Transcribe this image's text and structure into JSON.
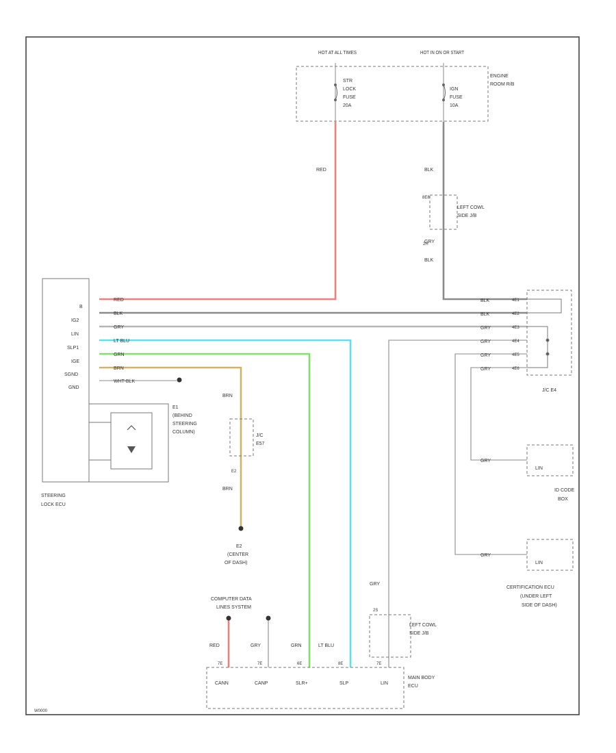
{
  "colors": {
    "red": "#f47c7c",
    "blk": "#8a8a8a",
    "gry": "#b5b5b5",
    "ltblu": "#5fe0f0",
    "grn": "#7fe06a",
    "brn": "#d2b16a"
  },
  "fuse_box": {
    "hot_at_all_times": "HOT AT ALL TIMES",
    "hot_in_on": "HOT IN ON OR START",
    "str_lock_fuse": [
      "STR",
      "LOCK",
      "FUSE",
      "20A"
    ],
    "ign_fuse": [
      "IGN",
      "FUSE",
      "10A"
    ],
    "location": [
      "ENGINE",
      "ROOM R/B"
    ]
  },
  "left_cowl_jb_top": {
    "pins": "8E8",
    "label": [
      "LEFT COWL",
      "SIDE J/B"
    ],
    "pin_bottom": "2H"
  },
  "wire_labels": {
    "red_vertical": "RED",
    "blk_upper": "BLK",
    "gry_junction": "GRY",
    "blk_lower": "BLK",
    "brn_1": "BRN",
    "brn_2": "BRN",
    "gry_body": "GRY",
    "bottom_red": "RED",
    "bottom_gry": "GRY",
    "bottom_grn": "GRN",
    "bottom_ltblu": "LT BLU"
  },
  "steering_lock_ecu": {
    "pins": [
      "B",
      "IG2",
      "LIN",
      "SLP1",
      "IGE",
      "SGND",
      "GND"
    ],
    "wire_colors": [
      "RED",
      "BLK",
      "GRY",
      "LT BLU",
      "GRN",
      "BRN",
      "WHT-BLK"
    ],
    "label": [
      "STEERING",
      "LOCK ECU"
    ]
  },
  "e1": {
    "label": [
      "E1",
      "(BEHIND",
      "STEERING",
      "COLUMN)"
    ]
  },
  "jc_connector": {
    "label": [
      "J/C",
      "E57"
    ],
    "pin": "E2"
  },
  "e2_ground": {
    "label": [
      "E2",
      "(CENTER",
      "OF DASH)"
    ]
  },
  "jc_e4": {
    "label": "J/C E4",
    "wire_colors": [
      "BLK",
      "BLK",
      "GRY",
      "GRY",
      "GRY",
      "GRY"
    ],
    "pins": [
      "4E1",
      "4E2",
      "4E3",
      "4E4",
      "4E5",
      "4E6"
    ]
  },
  "id_code_box": {
    "pin": "LIN",
    "wire": "GRY",
    "label": [
      "ID CODE",
      "BOX"
    ]
  },
  "cert_ecu": {
    "pin": "LIN",
    "wire": "GRY",
    "label": [
      "CERTIFICATION ECU",
      "(UNDER LEFT",
      "SIDE OF DASH)"
    ]
  },
  "dlc": {
    "label": [
      "COMPUTER DATA",
      "LINES SYSTEM"
    ]
  },
  "left_cowl_jb_bottom": {
    "pin": "2S",
    "label": [
      "LEFT COWL",
      "SIDE J/B"
    ]
  },
  "main_body_ecu": {
    "pins": [
      "CANN",
      "CANP",
      "SLR+",
      "SLP",
      "LIN"
    ],
    "pin_numbers": [
      "7E",
      "7E",
      "6E",
      "8E",
      "7E"
    ],
    "label": [
      "MAIN BODY",
      "ECU"
    ]
  },
  "footer_code": "W0000"
}
